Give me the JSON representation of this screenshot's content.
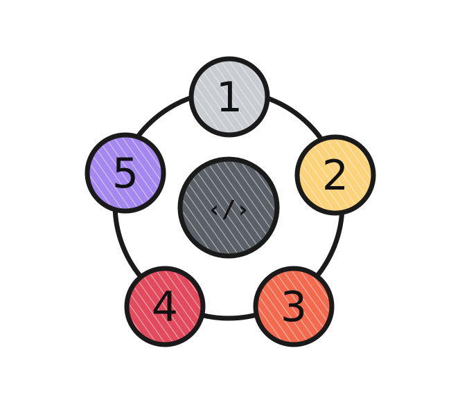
{
  "diagram": {
    "center": {
      "label": "‹/›",
      "icon": "code-brackets-icon",
      "color": "#5b5f66"
    },
    "nodes": [
      {
        "label": "1",
        "color": "#c9ccd1"
      },
      {
        "label": "2",
        "color": "#fcd27a"
      },
      {
        "label": "3",
        "color": "#f46a4e"
      },
      {
        "label": "4",
        "color": "#e24a5d"
      },
      {
        "label": "5",
        "color": "#a587f0"
      }
    ],
    "outline_color": "#1a1a1a",
    "hatch_color": "#ffffff"
  }
}
